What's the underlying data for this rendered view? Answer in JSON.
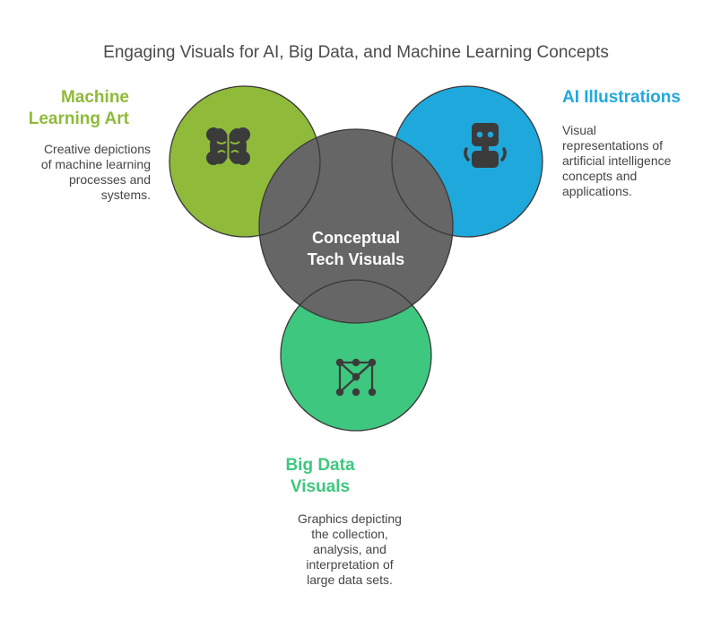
{
  "title": "Engaging Visuals for AI, Big Data, and Machine Learning Concepts",
  "center": {
    "label_line1": "Conceptual",
    "label_line2": "Tech Visuals",
    "color": "#666666"
  },
  "sections": {
    "machine_learning": {
      "heading_line1": "Machine",
      "heading_line2": "Learning Art",
      "desc_lines": [
        "Creative depictions",
        "of machine learning",
        "processes and",
        "systems."
      ],
      "color": "#8fba3a",
      "icon": "brain-icon"
    },
    "ai": {
      "heading_line1": "AI Illustrations",
      "desc_lines": [
        "Visual",
        "representations of",
        "artificial intelligence",
        "concepts and",
        "applications."
      ],
      "color": "#1fa8dc",
      "icon": "robot-icon"
    },
    "big_data": {
      "heading_line1": "Big Data",
      "heading_line2": "Visuals",
      "desc_lines": [
        "Graphics depicting",
        "the collection,",
        "analysis, and",
        "interpretation of",
        "large data sets."
      ],
      "color": "#3ec77e",
      "icon": "network-icon"
    }
  }
}
